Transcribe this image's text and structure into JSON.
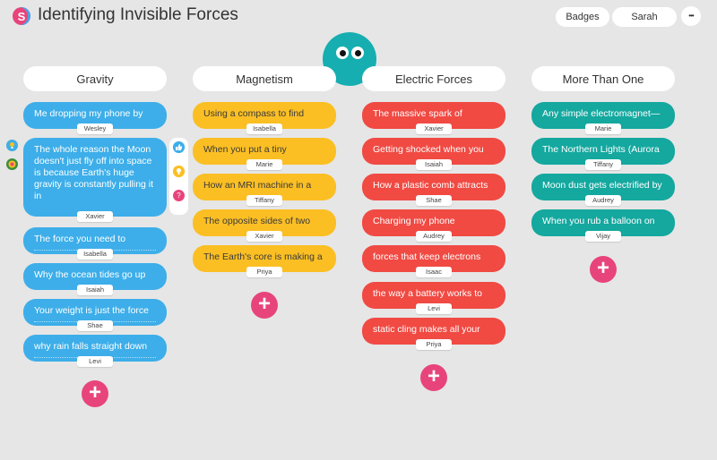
{
  "header": {
    "title": "Identifying Invisible Forces",
    "logo_letter": "S",
    "badges_label": "Badges",
    "user_label": "Sarah",
    "more_label": "•••"
  },
  "columns": [
    {
      "title": "Gravity",
      "color": "#3daee9",
      "cards": [
        {
          "text": "Me dropping my phone by",
          "author": "Wesley"
        },
        {
          "text": "The whole reason the Moon doesn't just fly off into space is because Earth's huge gravity is constantly pulling it in",
          "author": "Xavier"
        },
        {
          "text": "The force you need to",
          "author": "Isabella"
        },
        {
          "text": "Why the ocean tides go up",
          "author": "Isaiah"
        },
        {
          "text": "Your weight is just the force",
          "author": "Shae"
        },
        {
          "text": "why rain falls straight down",
          "author": "Levi"
        }
      ],
      "add_label": "+"
    },
    {
      "title": "Magnetism",
      "color": "#fbbf24",
      "cards": [
        {
          "text": "Using a compass to find",
          "author": "Isabella"
        },
        {
          "text": "When you put a tiny",
          "author": "Marie"
        },
        {
          "text": "How an MRI machine in a",
          "author": "Tiffany"
        },
        {
          "text": "The opposite sides of two",
          "author": "Xavier"
        },
        {
          "text": "The Earth's core is making a",
          "author": "Priya"
        }
      ],
      "add_label": "+"
    },
    {
      "title": "Electric Forces",
      "color": "#f04a43",
      "cards": [
        {
          "text": "The massive spark of",
          "author": "Xavier"
        },
        {
          "text": "Getting shocked when you",
          "author": "Isaiah"
        },
        {
          "text": "How a plastic comb attracts",
          "author": "Shae"
        },
        {
          "text": "Charging my phone",
          "author": "Audrey"
        },
        {
          "text": "forces that keep electrons",
          "author": "Isaac"
        },
        {
          "text": "the way a battery works to",
          "author": "Levi"
        },
        {
          "text": "static cling makes all your",
          "author": "Priya"
        }
      ],
      "add_label": "+"
    },
    {
      "title": "More Than One",
      "color": "#14a89f",
      "cards": [
        {
          "text": "Any simple electromagnet—",
          "author": "Marie"
        },
        {
          "text": "The Northern Lights (Aurora",
          "author": "Tiffany"
        },
        {
          "text": "Moon dust gets electrified by",
          "author": "Audrey"
        },
        {
          "text": "When you rub a balloon on",
          "author": "Vijay"
        }
      ],
      "add_label": "+"
    }
  ],
  "reactions": {
    "like_icon": "thumbs-up",
    "idea_icon": "lightbulb",
    "question_label": "?"
  },
  "side_badges": [
    "lightbulb-badge",
    "target-badge"
  ]
}
